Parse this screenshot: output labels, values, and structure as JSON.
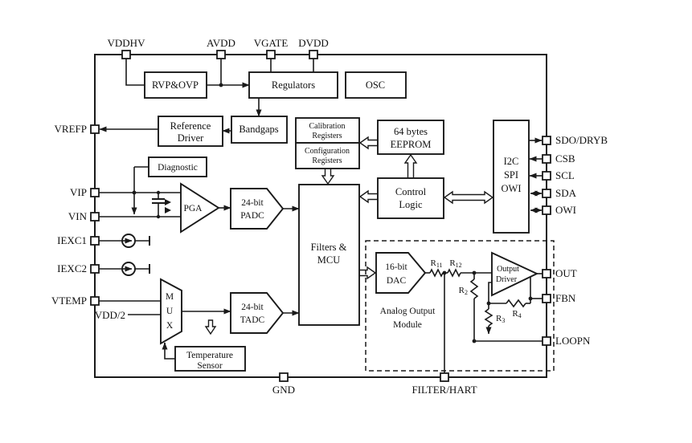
{
  "pins": {
    "top": [
      "VDDHV",
      "AVDD",
      "VGATE",
      "DVDD"
    ],
    "left": [
      "VREFP",
      "VIP",
      "VIN",
      "IEXC1",
      "IEXC2",
      "VTEMP"
    ],
    "right_digital": [
      "SDO/DRYB",
      "CSB",
      "SCL",
      "SDA",
      "OWI"
    ],
    "right_analog": [
      "OUT",
      "FBN",
      "LOOPN"
    ],
    "bottom": [
      "GND",
      "FILTER/HART"
    ]
  },
  "blocks": {
    "rvp_ovp": [
      "RVP&OVP"
    ],
    "regulators": [
      "Regulators"
    ],
    "osc": [
      "OSC"
    ],
    "reference_driver": [
      "Reference",
      "Driver"
    ],
    "bandgaps": [
      "Bandgaps"
    ],
    "calibration_registers": [
      "Calibration",
      "Registers"
    ],
    "configuration_registers": [
      "Configuration",
      "Registers"
    ],
    "eeprom": [
      "64 bytes",
      "EEPROM"
    ],
    "interface": [
      "I2C",
      "SPI",
      "OWI"
    ],
    "control_logic": [
      "Control",
      "Logic"
    ],
    "diagnostic": [
      "Diagnostic"
    ],
    "pga": [
      "PGA"
    ],
    "padc": [
      "24-bit",
      "PADC"
    ],
    "filters_mcu": [
      "Filters &",
      "MCU"
    ],
    "mux": [
      "M",
      "U",
      "X"
    ],
    "tadc": [
      "24-bit",
      "TADC"
    ],
    "temperature_sensor": [
      "Temperature",
      "Sensor"
    ],
    "dac": [
      "16-bit",
      "DAC"
    ],
    "output_driver": [
      "Output",
      "Driver"
    ],
    "analog_output_module": [
      "Analog Output",
      "Module"
    ]
  },
  "labels": {
    "vdd_half": "VDD/2"
  },
  "resistors": {
    "r11": {
      "base": "R",
      "sub": "11"
    },
    "r12": {
      "base": "R",
      "sub": "12"
    },
    "r2": {
      "base": "R",
      "sub": "2"
    },
    "r3": {
      "base": "R",
      "sub": "3"
    },
    "r4": {
      "base": "R",
      "sub": "4"
    }
  },
  "colors": {
    "line": "#1a1a1a",
    "background": "#ffffff"
  }
}
